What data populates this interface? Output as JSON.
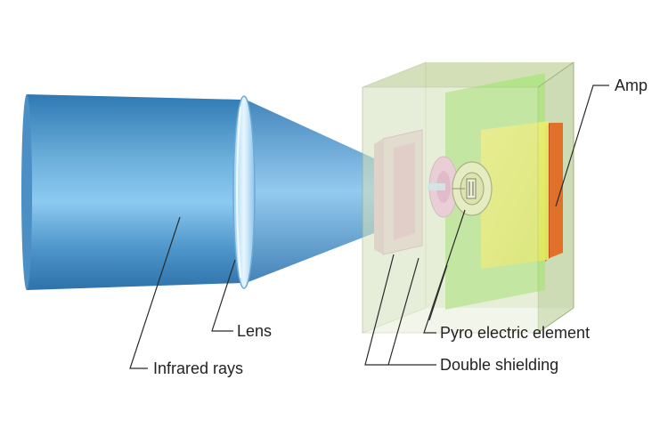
{
  "labels": {
    "amp": "Amp",
    "lens": "Lens",
    "infrared_rays": "Infrared rays",
    "pyro_electric_element": "Pyro electric element",
    "double_shielding": "Double shielding"
  }
}
